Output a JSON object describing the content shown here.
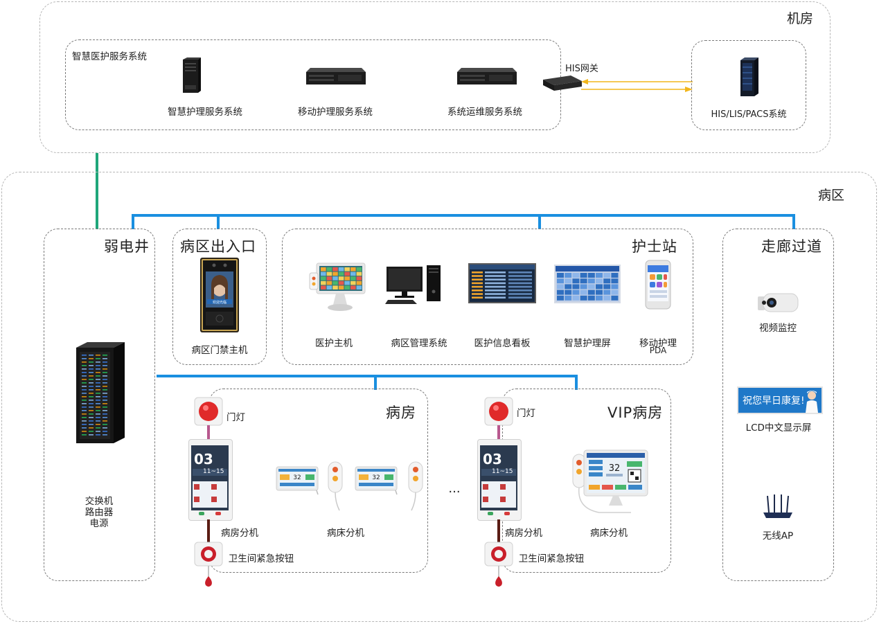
{
  "colors": {
    "network_blue": "#1a8fe0",
    "uplink_green": "#1fa67a",
    "door_light_link": "#b8588e",
    "arrow_yellow": "#f2b61b"
  },
  "machine_room": {
    "title": "机房",
    "server_group": {
      "title": "智慧医护服务系统",
      "items": [
        {
          "label": "智慧护理服务系统",
          "icon": "tower-server-icon"
        },
        {
          "label": "移动护理服务系统",
          "icon": "rack-server-icon"
        },
        {
          "label": "系统运维服务系统",
          "icon": "rack-server-icon"
        }
      ]
    },
    "gateway": {
      "label": "HIS网关",
      "icon": "gateway-box-icon"
    },
    "his": {
      "label": "HIS/LIS/PACS系统",
      "icon": "cabinet-server-icon"
    }
  },
  "ward_area": {
    "title": "病区",
    "weak_well": {
      "title": "弱电井",
      "labels": [
        "交换机",
        "路由器",
        "电源"
      ],
      "icon": "network-cabinet-icon"
    },
    "entrance": {
      "title": "病区出入口",
      "device": "病区门禁主机",
      "screen_text": "欢迎光临"
    },
    "nurse_station": {
      "title": "护士站",
      "devices": [
        {
          "label": "医护主机",
          "icon": "medical-terminal-icon"
        },
        {
          "label": "病区管理系统",
          "icon": "desktop-pc-icon"
        },
        {
          "label": "医护信息看板",
          "icon": "info-board-icon"
        },
        {
          "label": "智慧护理屏",
          "icon": "care-screen-icon"
        },
        {
          "label": "移动护理",
          "label2": "PDA",
          "icon": "pda-icon"
        }
      ]
    },
    "corridor": {
      "title": "走廊过道",
      "devices": [
        {
          "label": "视频监控",
          "icon": "camera-icon"
        },
        {
          "label": "LCD中文显示屏",
          "icon": "lcd-display-icon",
          "screen_text": "祝您早日康复!"
        },
        {
          "label": "无线AP",
          "icon": "wifi-router-icon"
        }
      ]
    },
    "ward_room": {
      "title": "病房",
      "door_light": "门灯",
      "room_unit": "病房分机",
      "bed_unit": "病床分机",
      "emergency": "卫生间紧急按钮",
      "room_no": "03",
      "bed_range": "11~15",
      "bed_temp": "32"
    },
    "ellipsis": "···",
    "vip_room": {
      "title": "VIP病房",
      "door_light": "门灯",
      "room_unit": "病房分机",
      "bed_unit": "病床分机",
      "emergency": "卫生间紧急按钮",
      "room_no": "03",
      "bed_range": "11~15",
      "bed_temp": "32"
    }
  }
}
